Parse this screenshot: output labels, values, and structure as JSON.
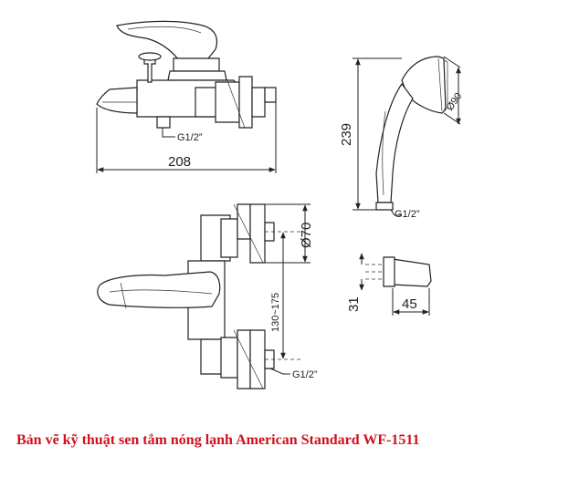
{
  "caption": "Bản vẽ kỹ thuật sen tắm nóng lạnh American Standard WF-1511",
  "dimensions": {
    "mixer_width": "208",
    "mixer_thread": "G1/2”",
    "wall_plate_dia": "Ø70",
    "center_distance": "130~175",
    "wall_thread": "G1/2”",
    "handshower_length": "239",
    "handshower_head_dia": "Ø90",
    "handshower_thread": "G1/2”",
    "holder_height": "31",
    "holder_width": "45"
  }
}
